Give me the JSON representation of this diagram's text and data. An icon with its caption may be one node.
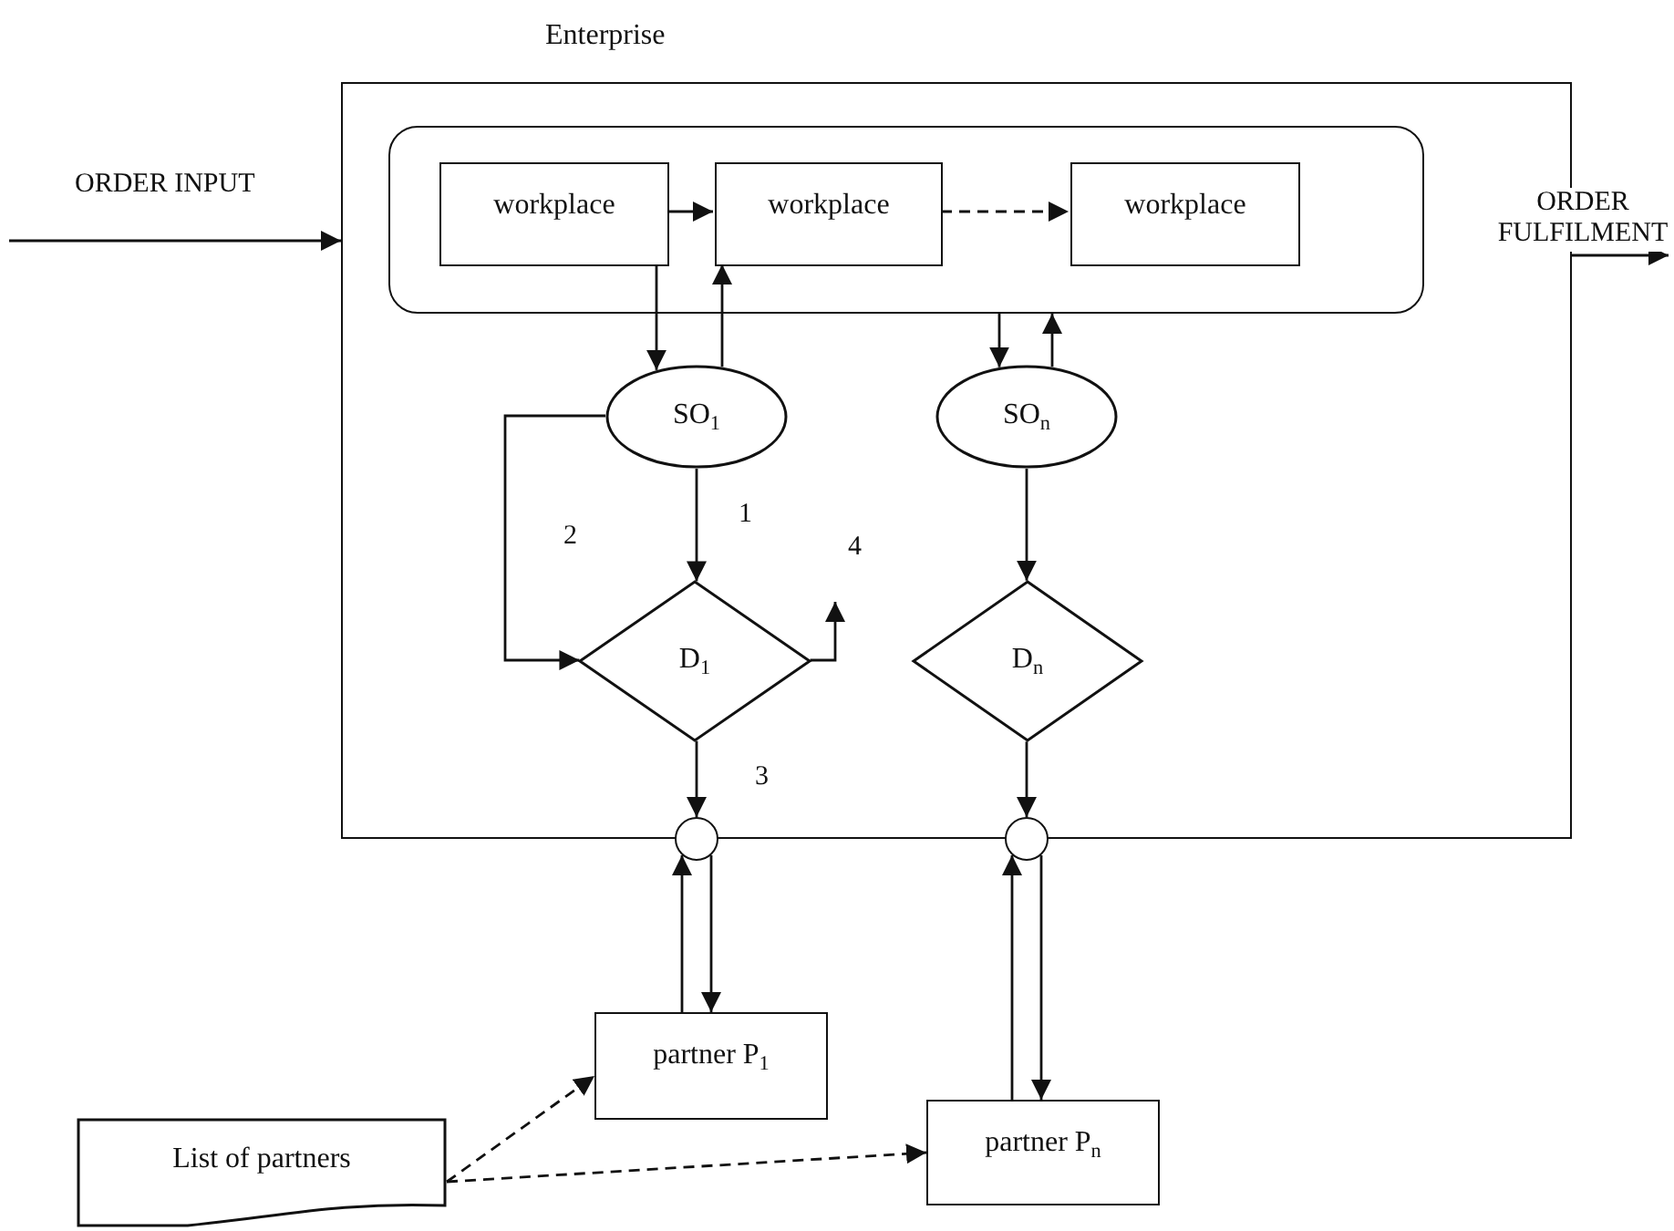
{
  "diagram": {
    "nodes": [
      {
        "text": [
          "Enterprise"
        ]
      },
      {
        "text": [],
        "shape": "box",
        "in": 0
      },
      {
        "text": [
          "workplace"
        ],
        "in": 1
      },
      {
        "text": [
          "workplace"
        ],
        "in": 1
      },
      {
        "text": [
          "workplace"
        ],
        "in": 1
      },
      {
        "text": [
          "SO$_{1}$"
        ],
        "in": 0
      },
      {
        "text": [
          "SO$_{n}$"
        ],
        "in": 0
      },
      {
        "text": [
          "D$_{1}$"
        ],
        "in": 0
      },
      {
        "text": [
          "D$_{n}$"
        ],
        "in": 0
      },
      {
        "text": [],
        "shape": "circle"
      },
      {
        "text": [],
        "shape": "circle"
      },
      {
        "text": [
          "partner P$_{1}$"
        ]
      },
      {
        "text": [
          "partner P$_{n}$"
        ]
      },
      {
        "text": [
          "List of partners"
        ]
      }
    ],
    "edges": [
      {
        "from": null,
        "to": 0,
        "arrow": "to",
        "label": "ORDER INPUT"
      },
      {
        "from": 0,
        "to": null,
        "arrow": "to",
        "label": "ORDER FULFILMENT"
      },
      {
        "from": 2,
        "to": 3,
        "arrow": "to"
      },
      {
        "from": 3,
        "to": 4,
        "arrow": "to",
        "style": "dashed"
      },
      {
        "from": 2,
        "to": 5,
        "arrow": "to"
      },
      {
        "from": 5,
        "to": 3,
        "arrow": "to"
      },
      {
        "from": 1,
        "to": 6,
        "arrow": "to"
      },
      {
        "from": 6,
        "to": 1,
        "arrow": "to"
      },
      {
        "from": 5,
        "to": 7,
        "arrow": "to",
        "label": "1"
      },
      {
        "from": 5,
        "to": 7,
        "arrow": "to",
        "label": "2"
      },
      {
        "from": 7,
        "to": null,
        "arrow": "to",
        "label": "4"
      },
      {
        "from": 7,
        "to": 9,
        "arrow": "to",
        "label": "3"
      },
      {
        "from": 6,
        "to": 8,
        "arrow": "to"
      },
      {
        "from": 8,
        "to": 10,
        "arrow": "to"
      },
      {
        "from": 11,
        "to": 9,
        "arrow": "to"
      },
      {
        "from": 9,
        "to": 11,
        "arrow": "to"
      },
      {
        "from": 12,
        "to": 10,
        "arrow": "to"
      },
      {
        "from": 10,
        "to": 12,
        "arrow": "to"
      },
      {
        "from": 13,
        "to": 11,
        "arrow": "to",
        "style": "dashed"
      },
      {
        "from": 13,
        "to": 12,
        "arrow": "to",
        "style": "dashed"
      }
    ]
  }
}
